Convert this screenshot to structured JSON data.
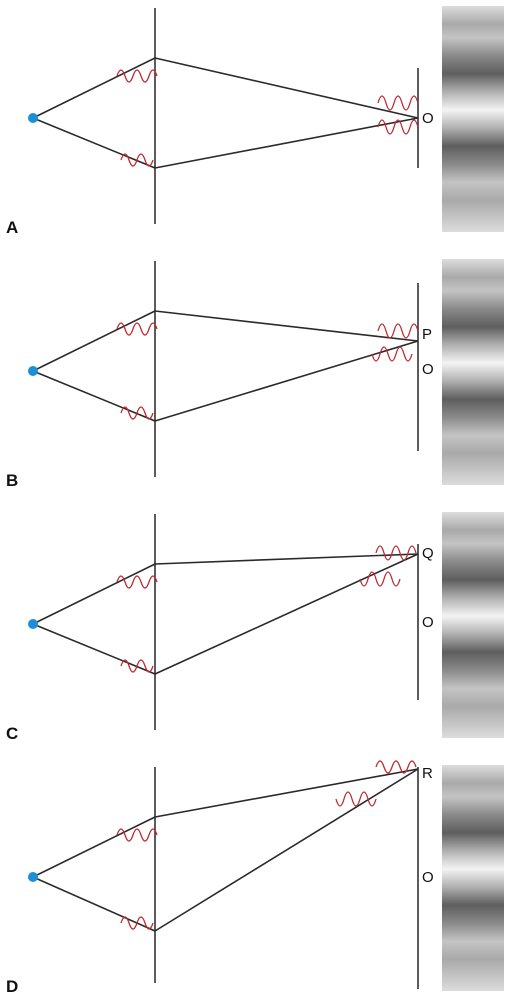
{
  "colors": {
    "source": "#1d8fd6",
    "wave": "#c0282f",
    "line": "#2a2a2a",
    "fringe_dark": "#5e5e5e",
    "fringe_light": "#f4f4f4"
  },
  "panels": [
    {
      "label": "A",
      "target_label": "O",
      "center_label": ""
    },
    {
      "label": "B",
      "target_label": "P",
      "center_label": "O"
    },
    {
      "label": "C",
      "target_label": "Q",
      "center_label": "O"
    },
    {
      "label": "D",
      "target_label": "R",
      "center_label": "O"
    }
  ]
}
